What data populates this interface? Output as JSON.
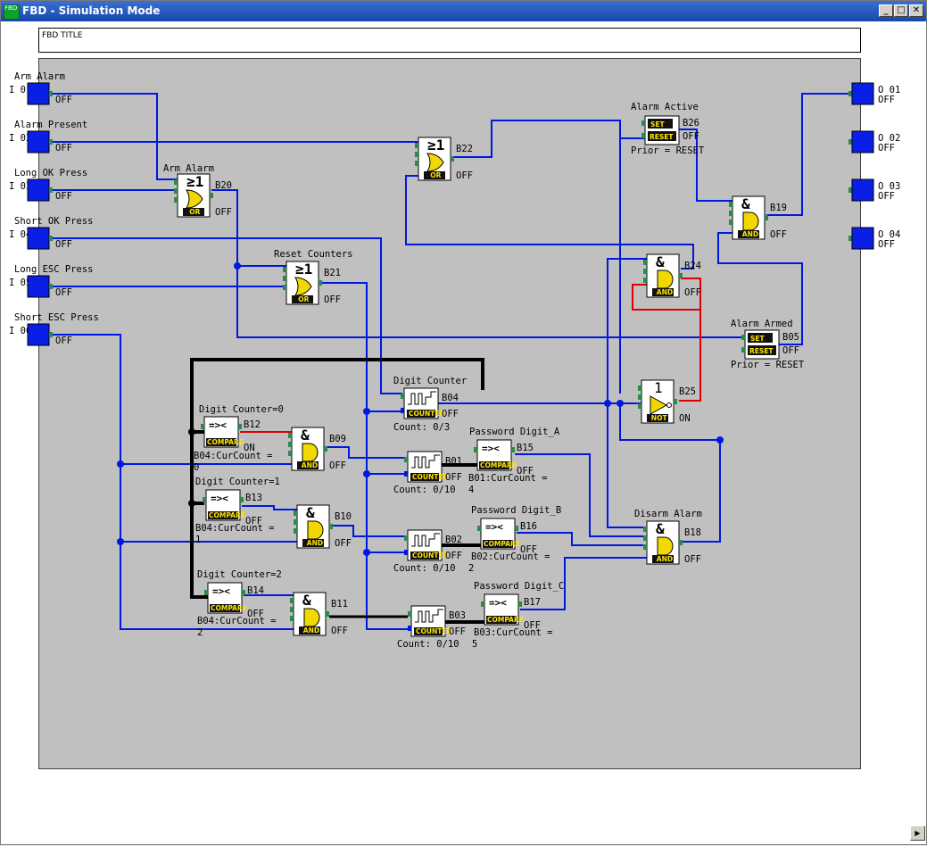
{
  "window": {
    "title": "FBD - Simulation Mode",
    "icon_text": "FBD",
    "buttons": {
      "minimize": "_",
      "maximize": "□",
      "close": "✕"
    },
    "icon": "fbd-app-icon"
  },
  "fbd_title": "FBD TITLE",
  "inputs": [
    {
      "id": "I 01",
      "name": "Arm Alarm",
      "state": "OFF"
    },
    {
      "id": "I 02",
      "name": "Alarm Present",
      "state": "OFF"
    },
    {
      "id": "I 03",
      "name": "Long OK Press",
      "state": "OFF"
    },
    {
      "id": "I 04",
      "name": "Short OK Press",
      "state": "OFF"
    },
    {
      "id": "I 05",
      "name": "Long ESC Press",
      "state": "OFF"
    },
    {
      "id": "I 06",
      "name": "Short ESC Press",
      "state": "OFF"
    }
  ],
  "outputs": [
    {
      "id": "O 01",
      "state": "OFF"
    },
    {
      "id": "O 02",
      "state": "OFF"
    },
    {
      "id": "O 03",
      "state": "OFF"
    },
    {
      "id": "O 04",
      "state": "OFF"
    }
  ],
  "blocks": {
    "B20": {
      "id": "B20",
      "name": "Arm Alarm",
      "type": "OR",
      "sym": "≥1",
      "state": "OFF"
    },
    "B21": {
      "id": "B21",
      "name": "Reset Counters",
      "type": "OR",
      "sym": "≥1",
      "state": "OFF"
    },
    "B22": {
      "id": "B22",
      "name": "",
      "type": "OR",
      "sym": "≥1",
      "state": "OFF"
    },
    "B26": {
      "id": "B26",
      "name": "Alarm Active",
      "set": "SET",
      "reset": "RESET",
      "state": "OFF",
      "prior": "Prior = RESET"
    },
    "B19": {
      "id": "B19",
      "name": "",
      "type": "AND",
      "sym": "&",
      "state": "OFF"
    },
    "B24": {
      "id": "B24",
      "name": "",
      "type": "AND",
      "sym": "&",
      "state": "OFF"
    },
    "B05": {
      "id": "B05",
      "name": "Alarm Armed",
      "set": "SET",
      "reset": "RESET",
      "state": "OFF",
      "prior": "Prior = RESET"
    },
    "B04": {
      "id": "B04",
      "name": "Digit Counter",
      "type": "COUNTER",
      "state": "OFF",
      "count": "Count: 0/3"
    },
    "B25": {
      "id": "B25",
      "name": "",
      "type": "NOT",
      "sym": "1",
      "state": "ON"
    },
    "B12": {
      "id": "B12",
      "name": "Digit Counter=0",
      "type": "COMPARE",
      "sym": "=><",
      "state": "ON",
      "expr": "B04:CurCount =",
      "val": "0"
    },
    "B09": {
      "id": "B09",
      "name": "",
      "type": "AND",
      "sym": "&",
      "state": "OFF"
    },
    "B01": {
      "id": "B01",
      "name": "",
      "type": "COUNTER",
      "state": "OFF",
      "count": "Count: 0/10",
      "preset": "4"
    },
    "B15": {
      "id": "B15",
      "name": "Password Digit_A",
      "type": "COMPARE",
      "sym": "=><",
      "state": "OFF",
      "expr": "B01:CurCount =",
      "val": ""
    },
    "B13": {
      "id": "B13",
      "name": "Digit Counter=1",
      "type": "COMPARE",
      "sym": "=><",
      "state": "OFF",
      "expr": "B04:CurCount =",
      "val": "1"
    },
    "B10": {
      "id": "B10",
      "name": "",
      "type": "AND",
      "sym": "&",
      "state": "OFF"
    },
    "B02": {
      "id": "B02",
      "name": "",
      "type": "COUNTER",
      "state": "OFF",
      "count": "Count: 0/10",
      "preset": "2"
    },
    "B16": {
      "id": "B16",
      "name": "Password Digit_B",
      "type": "COMPARE",
      "sym": "=><",
      "state": "OFF",
      "expr": "B02:CurCount =",
      "val": ""
    },
    "B18": {
      "id": "B18",
      "name": "Disarm Alarm",
      "type": "AND",
      "sym": "&",
      "state": "OFF"
    },
    "B14": {
      "id": "B14",
      "name": "Digit Counter=2",
      "type": "COMPARE",
      "sym": "=><",
      "state": "OFF",
      "expr": "B04:CurCount =",
      "val": "2"
    },
    "B11": {
      "id": "B11",
      "name": "",
      "type": "AND",
      "sym": "&",
      "state": "OFF"
    },
    "B03": {
      "id": "B03",
      "name": "",
      "type": "COUNTER",
      "state": "OFF",
      "count": "Count: 0/10",
      "preset": "5"
    },
    "B17": {
      "id": "B17",
      "name": "Password Digit_C",
      "type": "COMPARE",
      "sym": "=><",
      "state": "OFF",
      "expr": "B03:CurCount =",
      "val": ""
    }
  },
  "colors": {
    "wire": "#0018e0",
    "wire_active": "#e00000",
    "canvas": "#c0c0c0",
    "io_block": "#0a1fe6",
    "gate_yellow": "#f0d800"
  }
}
